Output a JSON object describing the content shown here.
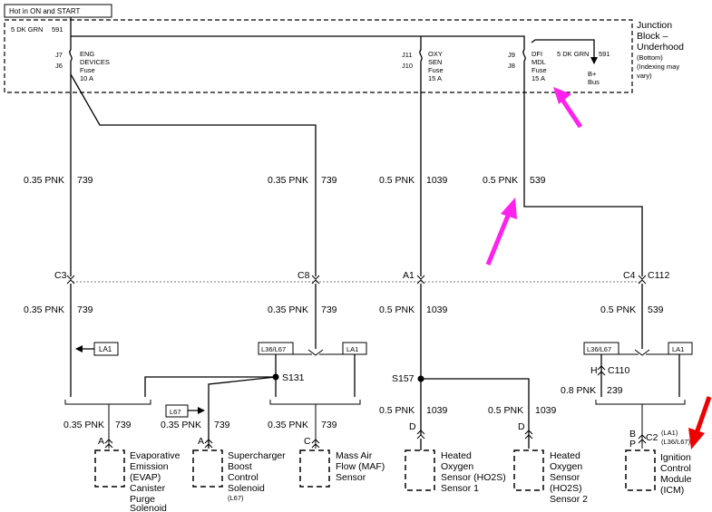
{
  "power_source": {
    "label": "Hot in ON and START"
  },
  "junction_block": {
    "title": [
      "Junction",
      "Block –",
      "Underhood"
    ],
    "note": [
      "(Bottom)",
      "(Indexing may",
      "vary)"
    ]
  },
  "feed_wire": {
    "gauge": "5 DK GRN",
    "circuit": "591"
  },
  "fuses": [
    {
      "top": "J7",
      "bottom": "J6",
      "name": [
        "ENG",
        "DEVICES",
        "Fuse",
        "10 A"
      ]
    },
    {
      "top": "J11",
      "bottom": "J10",
      "name": [
        "OXY",
        "SEN",
        "Fuse",
        "15 A"
      ]
    },
    {
      "top": "J9",
      "bottom": "J8",
      "name": [
        "DFI",
        "MDL",
        "Fuse",
        "15 A"
      ]
    }
  ],
  "bplus": {
    "gauge": "5 DK GRN",
    "circuit": "591",
    "label": [
      "B+",
      "Bus"
    ]
  },
  "wires": {
    "w1": {
      "gauge": "0.35 PNK",
      "circuit": "739"
    },
    "w2": {
      "gauge": "0.35 PNK",
      "circuit": "739"
    },
    "w3": {
      "gauge": "0.5 PNK",
      "circuit": "1039"
    },
    "w4": {
      "gauge": "0.5 PNK",
      "circuit": "539"
    },
    "w5": {
      "gauge": "0.35 PNK",
      "circuit": "739"
    },
    "w6": {
      "gauge": "0.35 PNK",
      "circuit": "739"
    },
    "w7": {
      "gauge": "0.5 PNK",
      "circuit": "1039"
    },
    "w8": {
      "gauge": "0.5 PNK",
      "circuit": "539"
    },
    "w9": {
      "gauge": "0.35 PNK",
      "circuit": "739"
    },
    "w10": {
      "gauge": "0.35 PNK",
      "circuit": "739"
    },
    "w11": {
      "gauge": "0.35 PNK",
      "circuit": "739"
    },
    "w12": {
      "gauge": "0.5 PNK",
      "circuit": "1039"
    },
    "w13": {
      "gauge": "0.5 PNK",
      "circuit": "1039"
    },
    "w14": {
      "gauge": "0.8 PNK",
      "circuit": "239"
    }
  },
  "connectors": {
    "c3": "C3",
    "c8": "C8",
    "a1": "A1",
    "c4": "C4",
    "c112": "C112",
    "c110": "C110",
    "c110_pin": "H",
    "c2": "C2",
    "c2_option1": "(LA1)",
    "c2_option2": "(L36/L67)",
    "c2_pin1": "B",
    "c2_pin2": "P"
  },
  "splices": {
    "s131": "S131",
    "s157": "S157"
  },
  "option_tags": {
    "la1_a": "LA1",
    "l36_a": "L36/L67",
    "la1_b": "LA1",
    "l36_b": "L36/L67",
    "la1_c": "LA1",
    "l67": "L67"
  },
  "pins": {
    "evap": "A",
    "sc": "A",
    "maf": "C",
    "o2_1": "D",
    "o2_2": "D"
  },
  "components": {
    "evap": [
      "Evaporative",
      "Emission",
      "(EVAP)",
      "Canister",
      "Purge",
      "Solenoid"
    ],
    "supercharger": {
      "lines": [
        "Supercharger",
        "Boost",
        "Control",
        "Solenoid"
      ],
      "option": "(L67)"
    },
    "maf": [
      "Mass Air",
      "Flow (MAF)",
      "Sensor"
    ],
    "ho2s1": [
      "Heated",
      "Oxygen",
      "Sensor (HO2S)",
      "Sensor 1"
    ],
    "ho2s2": [
      "Heated",
      "Oxygen",
      "Sensor",
      "(HO2S)",
      "Sensor 2"
    ],
    "icm": [
      "Ignition",
      "Control",
      "Module",
      "(ICM)"
    ]
  },
  "colors": {
    "wire": "#000000",
    "highlight_arrow": "#ff22ee",
    "attention_arrow": "#ee0000"
  }
}
